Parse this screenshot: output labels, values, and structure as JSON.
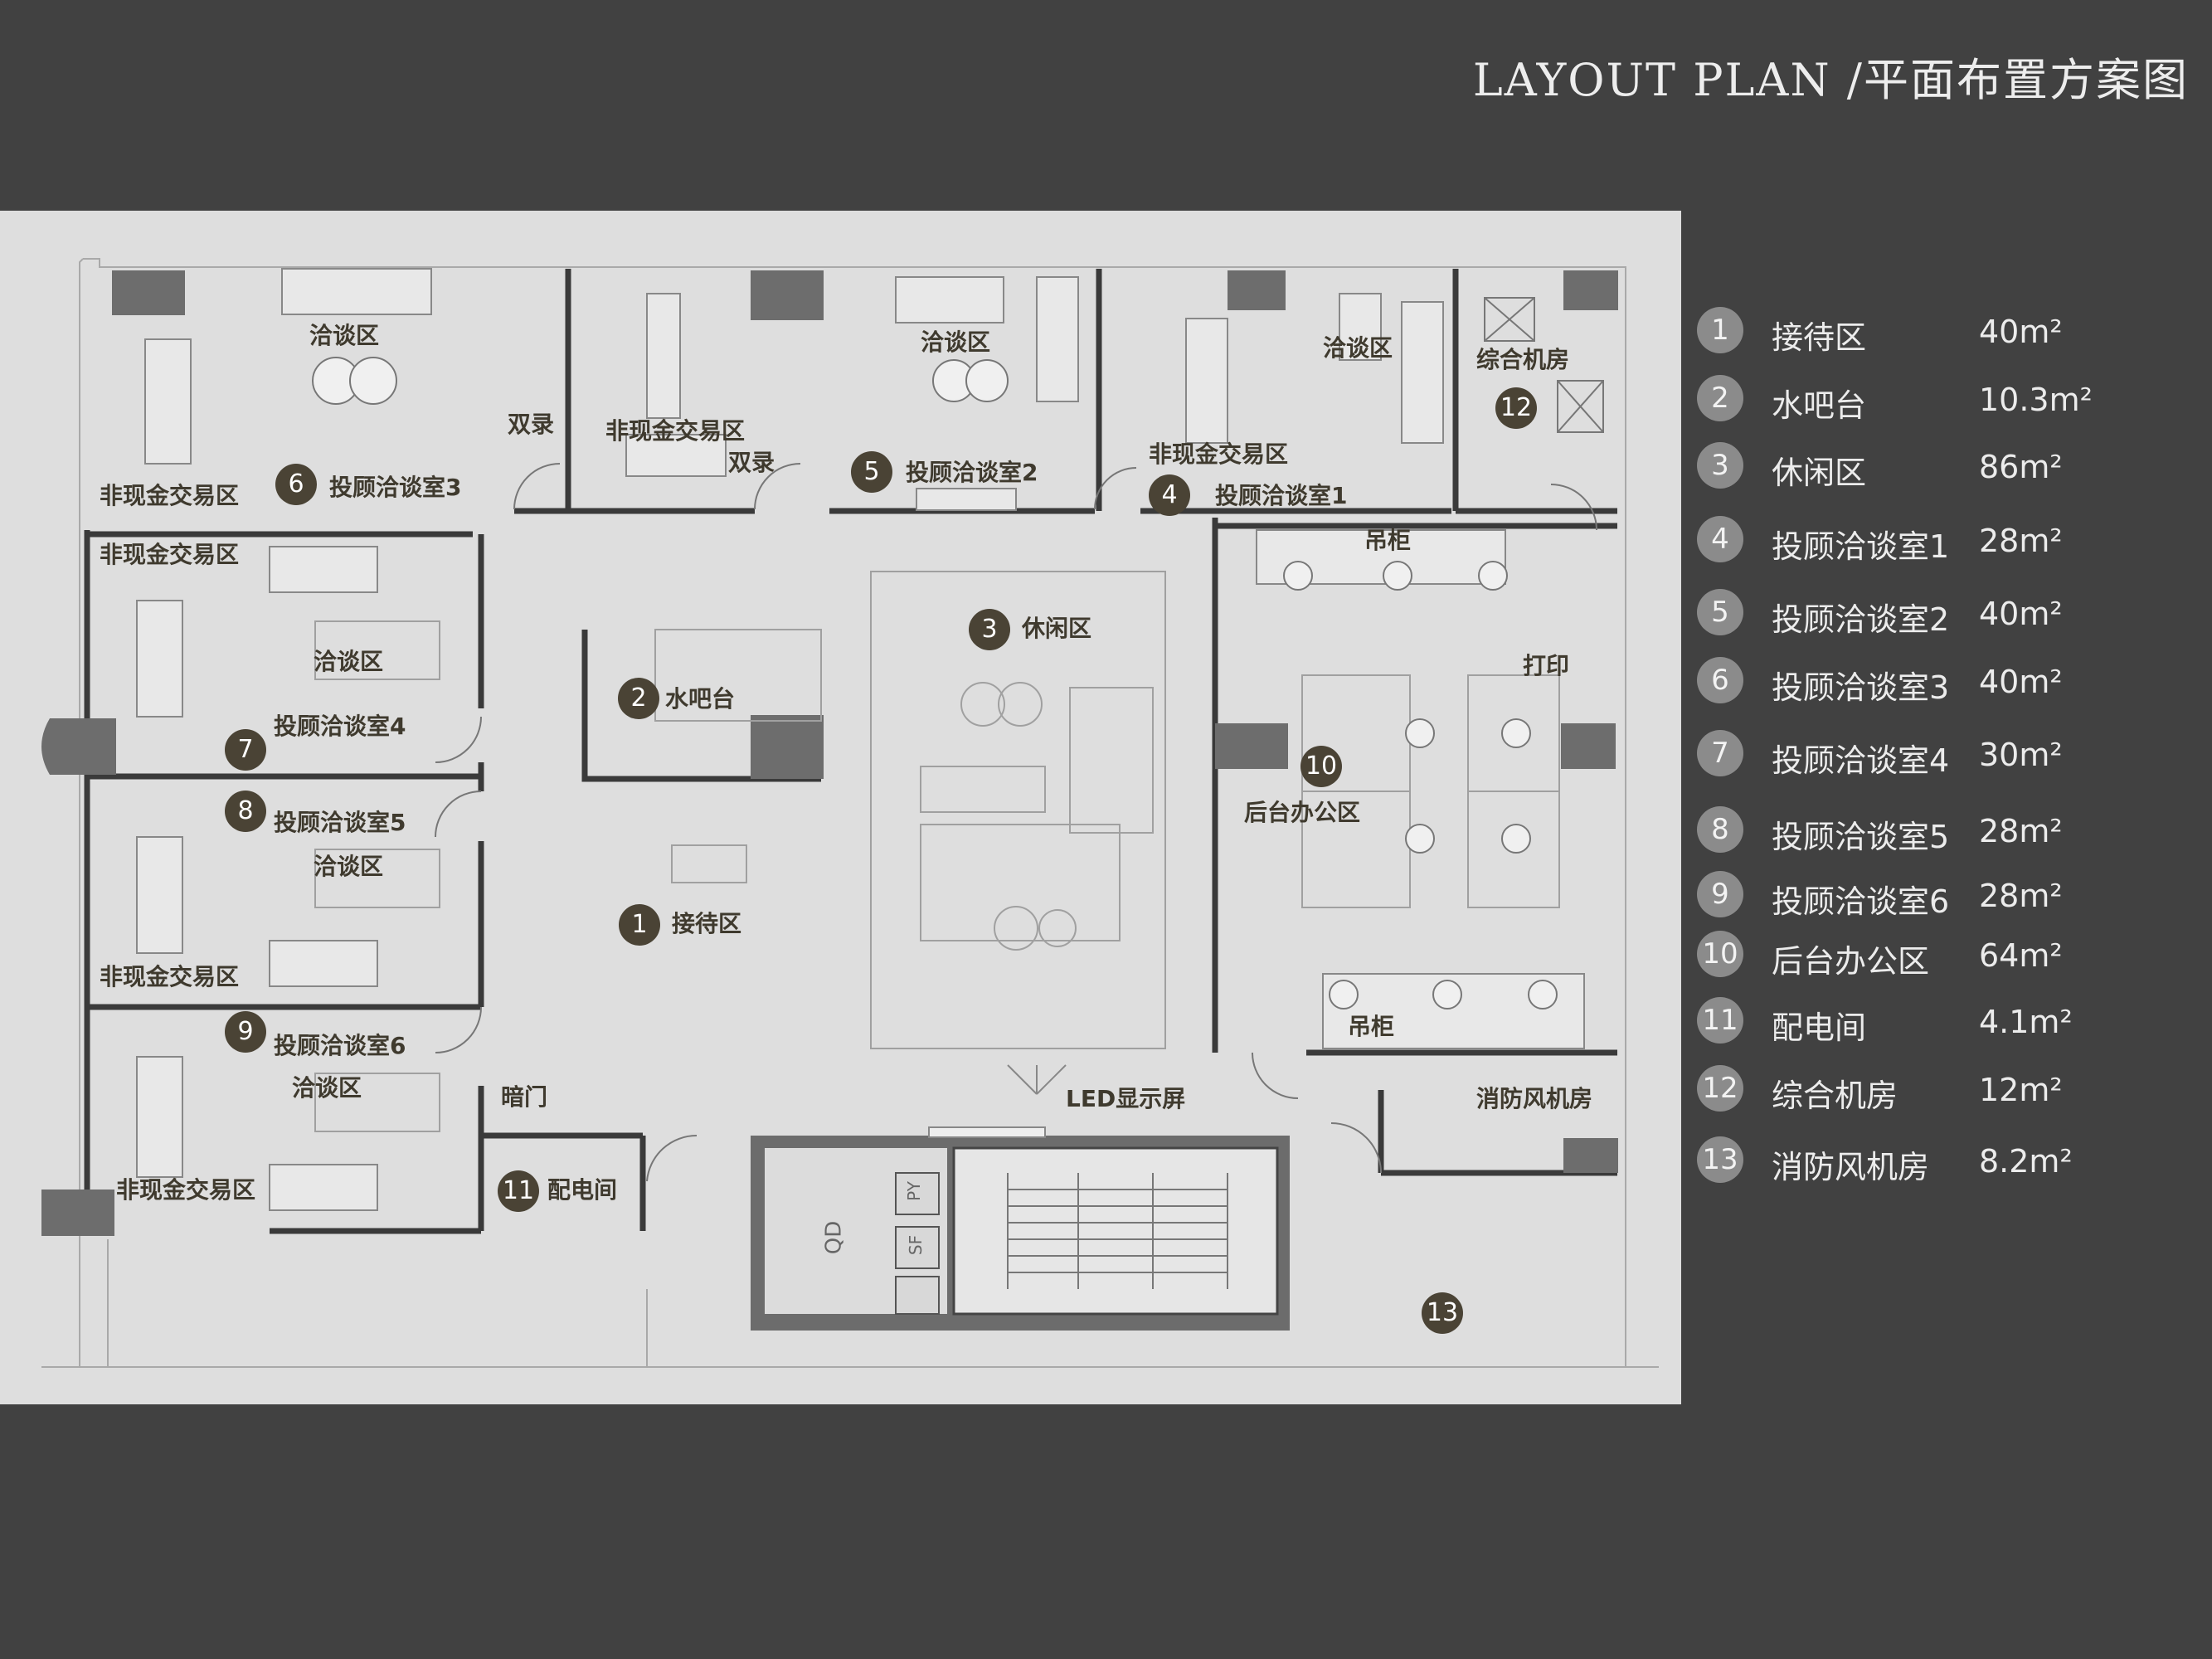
{
  "header": {
    "title": "LAYOUT PLAN /平面布置方案图"
  },
  "plan": {
    "labels": {
      "discuss_area": "洽谈区",
      "non_cash_area": "非现金交易区",
      "dual_record": "双录",
      "cabinet": "吊柜",
      "print": "打印",
      "concealed_door": "暗门",
      "led_screen": "LED显示屏",
      "core_qd": "QD",
      "core_py": "PY",
      "core_sf": "SF"
    },
    "rooms": [
      {
        "num": "1",
        "name": "接待区"
      },
      {
        "num": "2",
        "name": "水吧台"
      },
      {
        "num": "3",
        "name": "休闲区"
      },
      {
        "num": "4",
        "name": "投顾洽谈室1"
      },
      {
        "num": "5",
        "name": "投顾洽谈室2"
      },
      {
        "num": "6",
        "name": "投顾洽谈室3"
      },
      {
        "num": "7",
        "name": "投顾洽谈室4"
      },
      {
        "num": "8",
        "name": "投顾洽谈室5"
      },
      {
        "num": "9",
        "name": "投顾洽谈室6"
      },
      {
        "num": "10",
        "name": "后台办公区"
      },
      {
        "num": "11",
        "name": "配电间"
      },
      {
        "num": "12",
        "name": "综合机房"
      },
      {
        "num": "13",
        "name": "消防风机房"
      }
    ]
  },
  "legend": [
    {
      "num": "1",
      "name": "接待区",
      "area": "40m²"
    },
    {
      "num": "2",
      "name": "水吧台",
      "area": "10.3m²"
    },
    {
      "num": "3",
      "name": "休闲区",
      "area": "86m²"
    },
    {
      "num": "4",
      "name": "投顾洽谈室1",
      "area": "28m²"
    },
    {
      "num": "5",
      "name": "投顾洽谈室2",
      "area": "40m²"
    },
    {
      "num": "6",
      "name": "投顾洽谈室3",
      "area": "40m²"
    },
    {
      "num": "7",
      "name": "投顾洽谈室4",
      "area": "30m²"
    },
    {
      "num": "8",
      "name": "投顾洽谈室5",
      "area": "28m²"
    },
    {
      "num": "9",
      "name": "投顾洽谈室6",
      "area": "28m²"
    },
    {
      "num": "10",
      "name": "后台办公区",
      "area": "64m²"
    },
    {
      "num": "11",
      "name": "配电间",
      "area": "4.1m²"
    },
    {
      "num": "12",
      "name": "综合机房",
      "area": "12m²"
    },
    {
      "num": "13",
      "name": "消防风机房",
      "area": "8.2m²"
    }
  ]
}
